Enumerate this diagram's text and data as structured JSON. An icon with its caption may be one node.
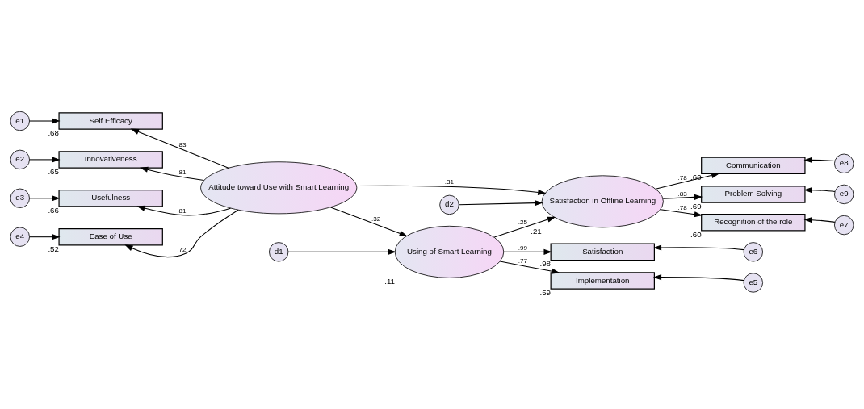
{
  "diagram": {
    "nodes": [
      {
        "text": [
          "Attitude toward Use with Smart Learning"
        ]
      },
      {
        "text": [
          "Using of Smart Learning"
        ],
        "beside": [
          ".11"
        ]
      },
      {
        "text": [
          "Satisfaction in Offline Learning"
        ],
        "beside": [
          ".21"
        ]
      },
      {
        "text": [
          "Self Efficacy"
        ],
        "beside": [
          ".68"
        ]
      },
      {
        "text": [
          "Innovativeness"
        ],
        "beside": [
          ".65"
        ]
      },
      {
        "text": [
          "Usefulness"
        ],
        "beside": [
          ".66"
        ]
      },
      {
        "text": [
          "Ease of Use"
        ],
        "beside": [
          ".52"
        ]
      },
      {
        "text": [
          "Implementation"
        ],
        "beside": [
          ".59"
        ]
      },
      {
        "text": [
          "Satisfaction"
        ],
        "beside": [
          ".98"
        ]
      },
      {
        "text": [
          "Recognition of the role"
        ],
        "beside": [
          ".60"
        ]
      },
      {
        "text": [
          "Communication"
        ],
        "beside": [
          ".60"
        ]
      },
      {
        "text": [
          "Problem Solving"
        ],
        "beside": [
          ".69"
        ]
      },
      {
        "text": [
          "e1"
        ]
      },
      {
        "text": [
          "e2"
        ]
      },
      {
        "text": [
          "e3"
        ]
      },
      {
        "text": [
          "e4"
        ]
      },
      {
        "text": [
          "e5"
        ]
      },
      {
        "text": [
          "e6"
        ]
      },
      {
        "text": [
          "e7"
        ]
      },
      {
        "text": [
          "e8"
        ]
      },
      {
        "text": [
          "e9"
        ]
      },
      {
        "text": [
          "d1"
        ]
      },
      {
        "text": [
          "d2"
        ]
      }
    ],
    "edges": [
      {
        "from": 0,
        "to": 3,
        "arrow": "to",
        "label": ".83"
      },
      {
        "from": 0,
        "to": 4,
        "arrow": "to",
        "label": ".81"
      },
      {
        "from": 0,
        "to": 5,
        "arrow": "to",
        "label": ".81"
      },
      {
        "from": 0,
        "to": 6,
        "arrow": "to",
        "label": ".72"
      },
      {
        "from": 0,
        "to": 1,
        "arrow": "to",
        "label": ".32"
      },
      {
        "from": 0,
        "to": 2,
        "arrow": "to",
        "label": ".31"
      },
      {
        "from": 1,
        "to": 2,
        "arrow": "to",
        "label": ".25"
      },
      {
        "from": 1,
        "to": 7,
        "arrow": "to",
        "label": ".77"
      },
      {
        "from": 1,
        "to": 8,
        "arrow": "to",
        "label": ".99"
      },
      {
        "from": 2,
        "to": 9,
        "arrow": "to",
        "label": ".78"
      },
      {
        "from": 2,
        "to": 10,
        "arrow": "to",
        "label": ".78"
      },
      {
        "from": 2,
        "to": 11,
        "arrow": "to",
        "label": ".83"
      },
      {
        "from": 12,
        "to": 3,
        "arrow": "to"
      },
      {
        "from": 13,
        "to": 4,
        "arrow": "to"
      },
      {
        "from": 14,
        "to": 5,
        "arrow": "to"
      },
      {
        "from": 15,
        "to": 6,
        "arrow": "to"
      },
      {
        "from": 16,
        "to": 7,
        "arrow": "to"
      },
      {
        "from": 17,
        "to": 8,
        "arrow": "to"
      },
      {
        "from": 18,
        "to": 9,
        "arrow": "to"
      },
      {
        "from": 19,
        "to": 10,
        "arrow": "to"
      },
      {
        "from": 20,
        "to": 11,
        "arrow": "to"
      },
      {
        "from": 21,
        "to": 1,
        "arrow": "to"
      },
      {
        "from": 22,
        "to": 2,
        "arrow": "to"
      }
    ]
  }
}
